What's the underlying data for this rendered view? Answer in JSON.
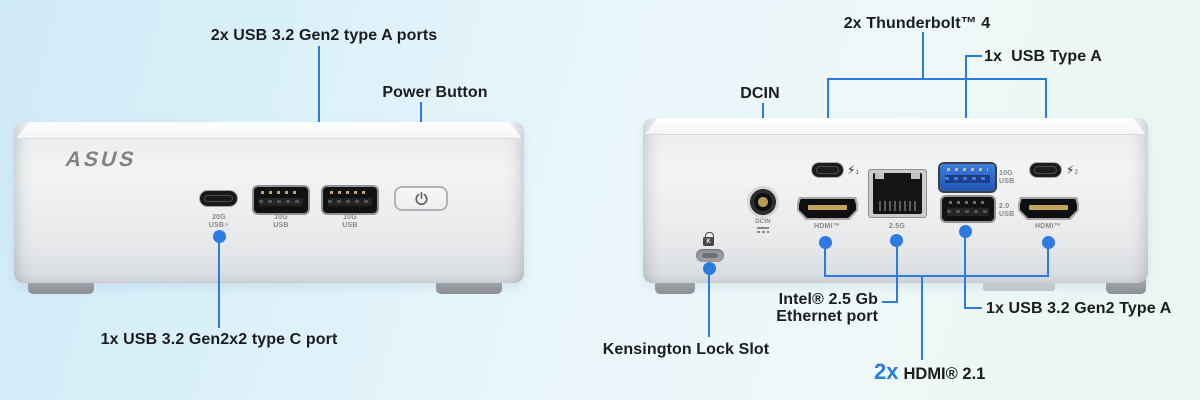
{
  "colors": {
    "accent": "#2b7be2",
    "label_text": "#1b1c1e",
    "caption": "#85888c"
  },
  "front": {
    "logo": "ASUS",
    "labels": {
      "usb_a_ports": "2x USB 3.2 Gen2 type A ports",
      "power_button": "Power Button",
      "usb_c_port": "1x USB 3.2 Gen2x2 type C port"
    },
    "captions": {
      "usb_c_1": "20G",
      "usb_c_2": "USB⚡",
      "usb_a1_1": "10G",
      "usb_a1_2": "USB",
      "usb_a2_1": "10G",
      "usb_a2_2": "USB"
    }
  },
  "back": {
    "labels": {
      "thunderbolt": "2x Thunderbolt™ 4",
      "usb_type_a": "1x  USB Type A",
      "dcin": "DCIN",
      "kensington": "Kensington Lock Slot",
      "ethernet_1": "Intel® 2.5 Gb",
      "ethernet_2": "Ethernet port",
      "usb_32": "1x USB 3.2 Gen2 Type A",
      "hdmi_count": "2x",
      "hdmi_rest": "HDMI® 2.1"
    },
    "captions": {
      "dcin": "DCIN",
      "tb1_num": "1",
      "tb2_num": "2",
      "hdmi1": "HDMI™",
      "hdmi2": "HDMI™",
      "eth": "2.5G",
      "usb10g_1": "10G",
      "usb10g_2": "USB",
      "usb20_1": "2.0",
      "usb20_2": "USB",
      "kensington_k": "K"
    }
  }
}
